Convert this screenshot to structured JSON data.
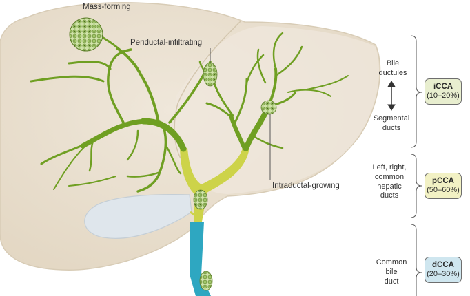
{
  "labels": {
    "mass_forming": "Mass-forming",
    "periductal": "Periductal-infiltrating",
    "intraductal": "Intraductal-growing"
  },
  "regions": [
    {
      "lines": [
        "Bile",
        "ductules"
      ],
      "lines2": [
        "Segmental",
        "ducts"
      ],
      "name": "iCCA",
      "range": "(10–20%)",
      "color": "#e8eecf"
    },
    {
      "lines": [
        "Left, right,",
        "common",
        "hepatic",
        "ducts"
      ],
      "name": "pCCA",
      "range": "(50–60%)",
      "color": "#f2f1c4"
    },
    {
      "lines": [
        "Common",
        "bile",
        "duct"
      ],
      "name": "dCCA",
      "range": "(20–30%)",
      "color": "#cfe6ef"
    }
  ],
  "colors": {
    "liver": "#ebe2d3",
    "liver_edge": "#c9bca6",
    "intrahepatic": "#6f9f22",
    "perihilar": "#cdd349",
    "distal": "#2ea7c1",
    "gallbladder": "#dfe6ec",
    "cells": "#a4c96c"
  }
}
